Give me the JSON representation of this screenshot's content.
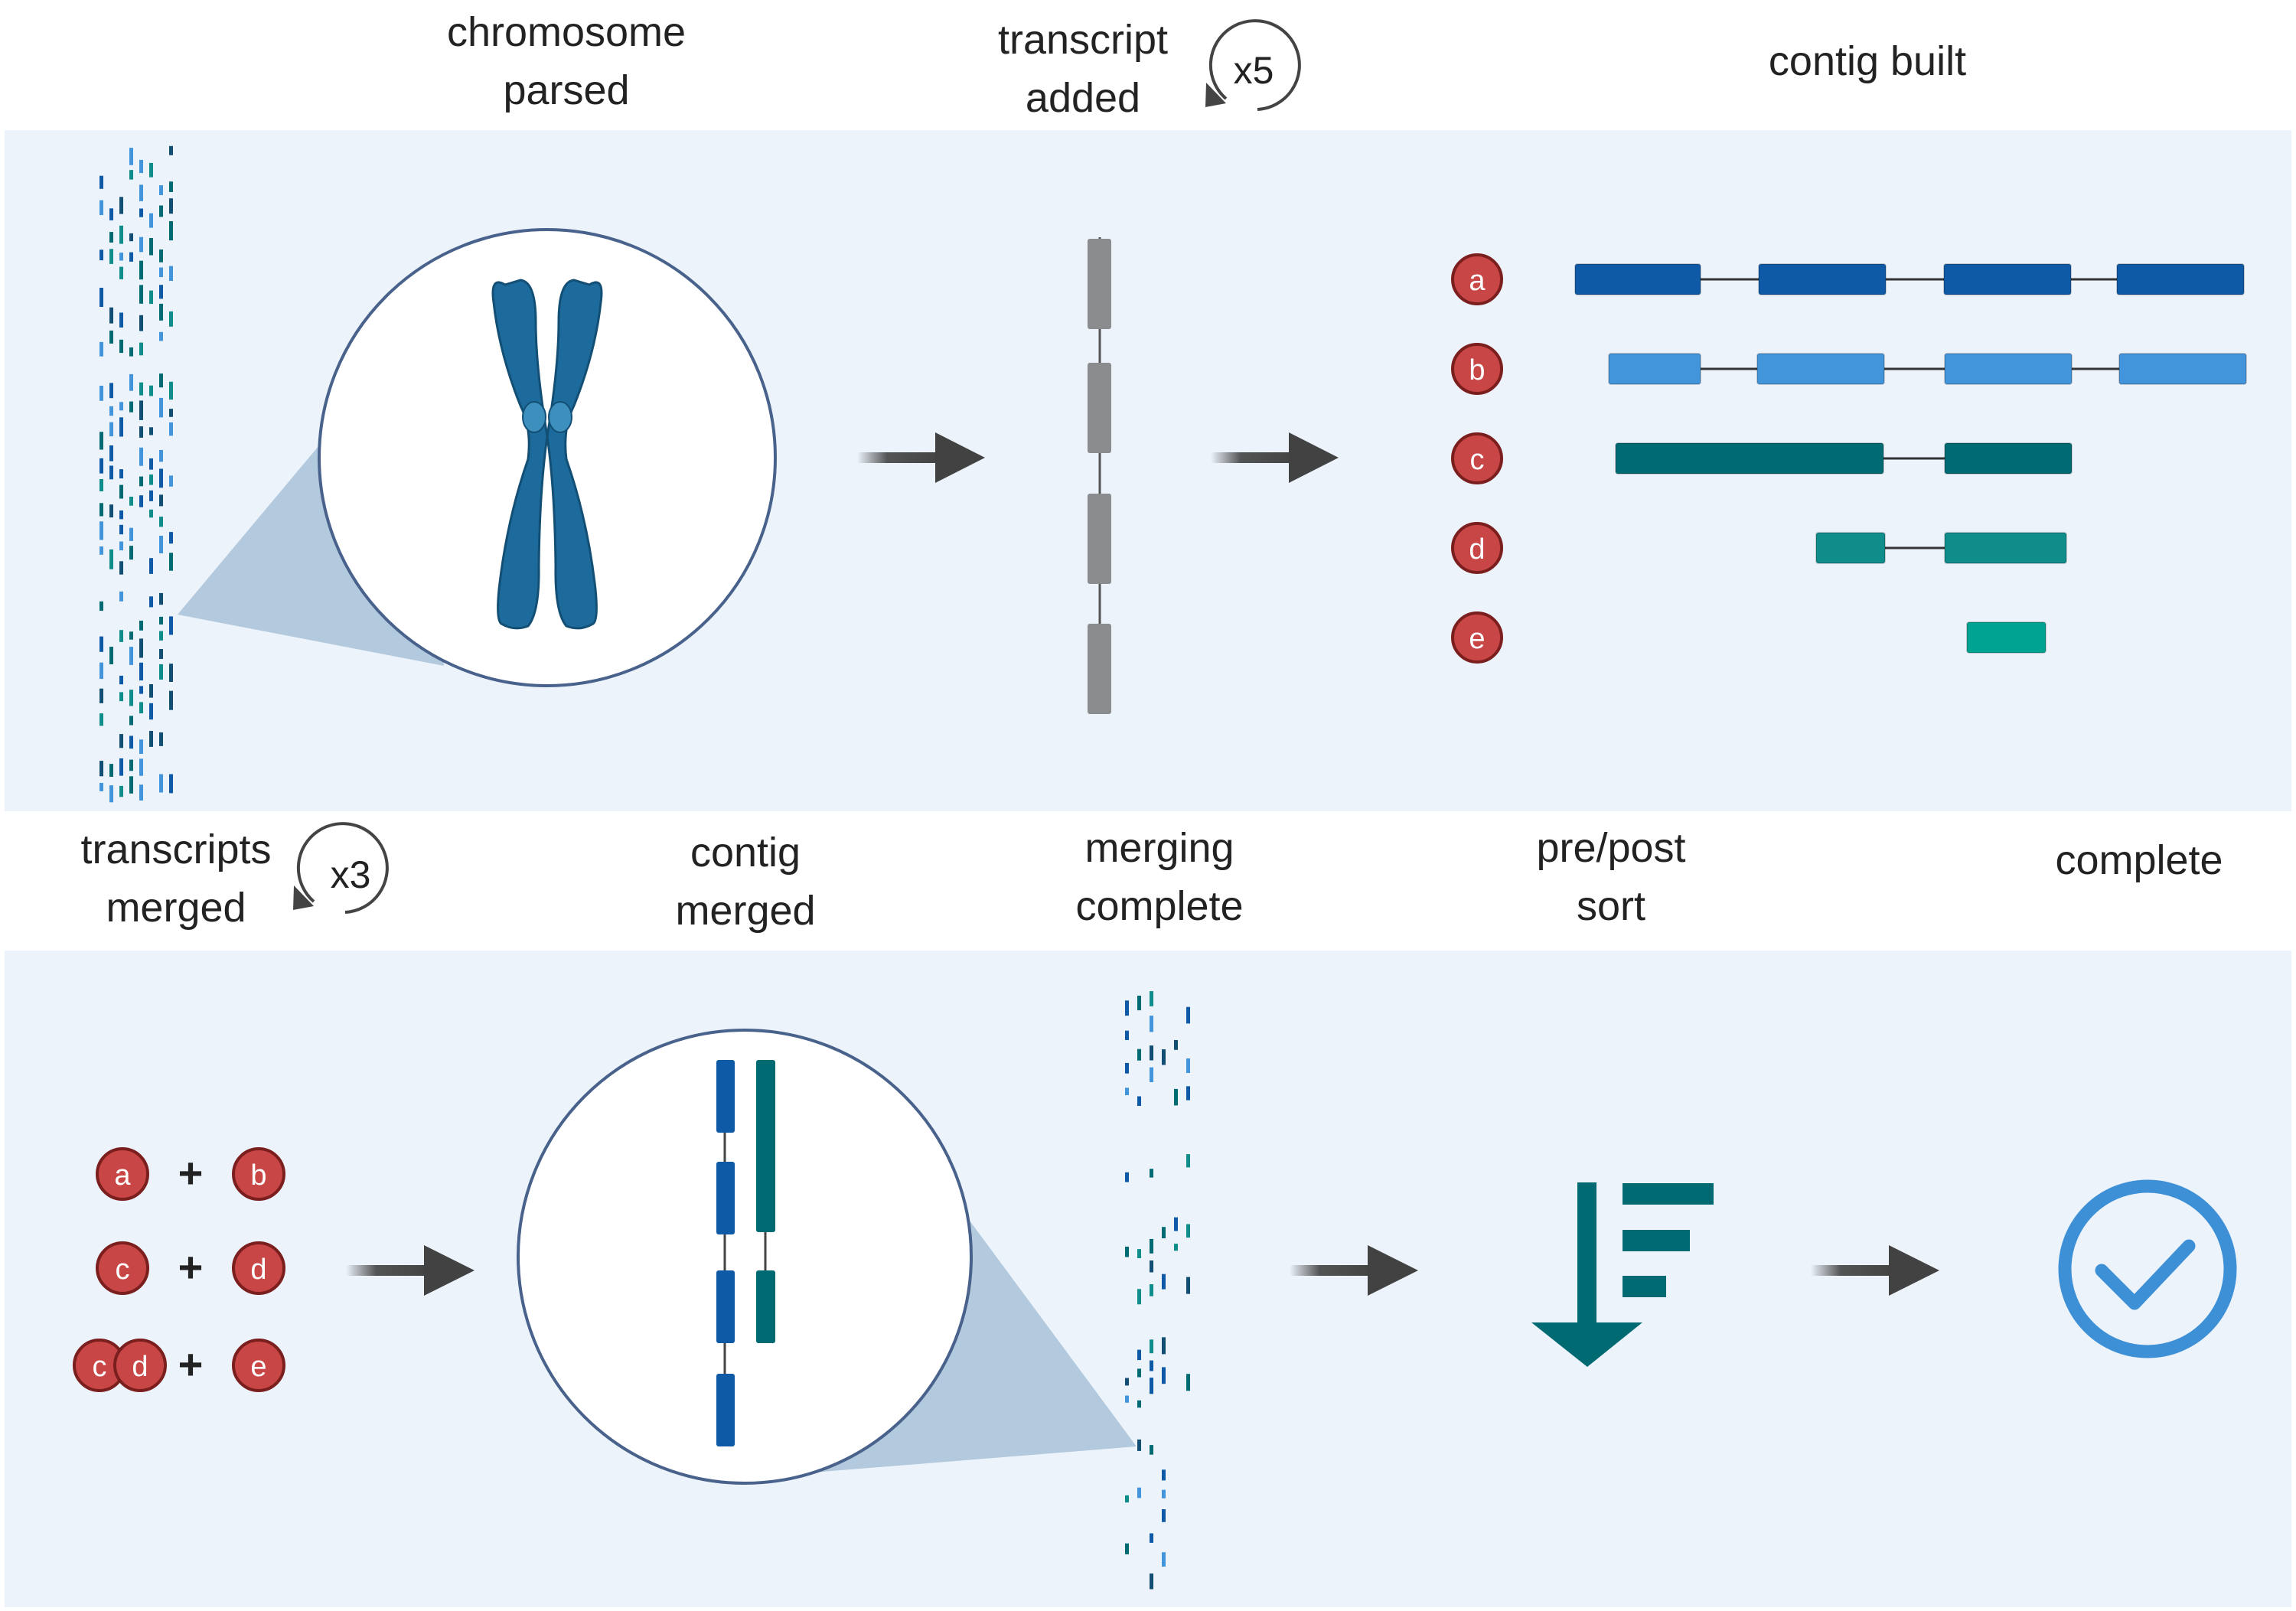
{
  "colors": {
    "panel_bg": "#ecf3fb",
    "circle_stroke": "#48628c",
    "cone_fill": "#b3c9dd",
    "arrow": "#424242",
    "chromosome": "#1c6b9c",
    "chromosome_dark": "#134f75",
    "centromere": "#3d8fbe",
    "transcript_grey": "#8a8c8e",
    "row_a": "#0f5aa6",
    "row_b": "#4294db",
    "row_c": "#006a73",
    "row_d": "#0e8d8b",
    "row_e": "#00a391",
    "badge": "#c84646",
    "badge_stroke": "#7a1e1e",
    "sort_icon": "#006a73",
    "check": "#3d8fd6",
    "dash_palette": [
      "#0f5aa6",
      "#4294db",
      "#006a73",
      "#0e8d8b",
      "#134f75"
    ]
  },
  "steps": {
    "chromosome_parsed": [
      "chromosome",
      "parsed"
    ],
    "transcript_added": [
      "transcript",
      "added"
    ],
    "contig_built": "contig built",
    "transcripts_merged": [
      "transcripts",
      "merged"
    ],
    "contig_merged": [
      "contig",
      "merged"
    ],
    "merging_complete": [
      "merging",
      "complete"
    ],
    "pre_post_sort": [
      "pre/post",
      "sort"
    ],
    "complete": "complete"
  },
  "repeats": {
    "transcript_added": "x5",
    "transcripts_merged": "x3"
  },
  "contig_rows": [
    {
      "id": "a",
      "color_key": "row_a",
      "segments": [
        [
          2058,
          2222
        ],
        [
          2298,
          2464
        ],
        [
          2540,
          2706
        ],
        [
          2766,
          2932
        ]
      ]
    },
    {
      "id": "b",
      "color_key": "row_b",
      "segments": [
        [
          2102,
          2222
        ],
        [
          2296,
          2462
        ],
        [
          2541,
          2707
        ],
        [
          2769,
          2935
        ]
      ]
    },
    {
      "id": "c",
      "color_key": "row_c",
      "segments": [
        [
          2111,
          2461
        ],
        [
          2541,
          2707
        ]
      ]
    },
    {
      "id": "d",
      "color_key": "row_d",
      "segments": [
        [
          2373,
          2463
        ],
        [
          2541,
          2700
        ]
      ]
    },
    {
      "id": "e",
      "color_key": "row_e",
      "segments": [
        [
          2570,
          2673
        ]
      ]
    }
  ],
  "merge_pairs": [
    {
      "left": [
        "a"
      ],
      "op": "+",
      "right": "b"
    },
    {
      "left": [
        "c"
      ],
      "op": "+",
      "right": "d"
    },
    {
      "left": [
        "c",
        "d"
      ],
      "op": "+",
      "right": "e"
    }
  ]
}
